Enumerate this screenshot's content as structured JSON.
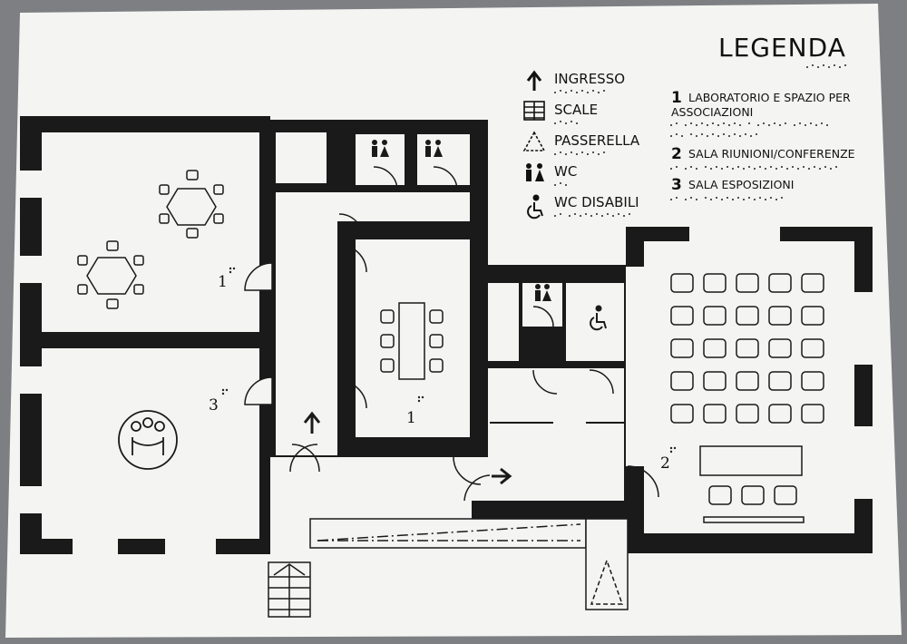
{
  "legend": {
    "title": "LEGENDA",
    "symbols": [
      {
        "icon": "arrow-up-icon",
        "label": "INGRESSO"
      },
      {
        "icon": "stairs-icon",
        "label": "SCALE"
      },
      {
        "icon": "triangle-icon",
        "label": "PASSERELLA"
      },
      {
        "icon": "restroom-icon",
        "label": "WC"
      },
      {
        "icon": "wheelchair-icon",
        "label": "WC DISABILI"
      }
    ],
    "rooms": [
      {
        "num": "1",
        "line1": "LABORATORIO E SPAZIO PER",
        "line2": "ASSOCIAZIONI"
      },
      {
        "num": "2",
        "line1": "SALA RIUNIONI/CONFERENZE",
        "line2": ""
      },
      {
        "num": "3",
        "line1": "SALA ESPOSIZIONI",
        "line2": ""
      }
    ]
  },
  "map_labels": {
    "room_top_left": "1",
    "room_bottom_left": "3",
    "room_center": "1",
    "room_right": "2"
  },
  "colors": {
    "paper": "#f4f4f3",
    "wall": "#1a1a1a",
    "floor": "#f4f4f3"
  }
}
